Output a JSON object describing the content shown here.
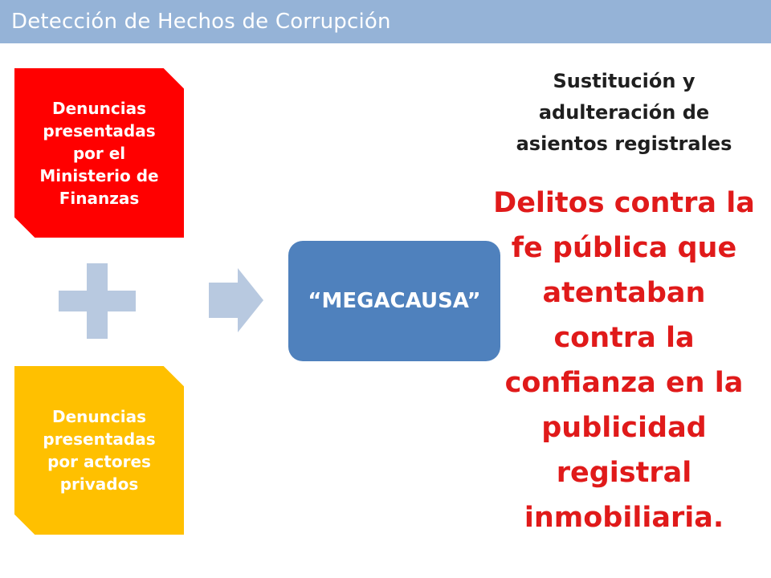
{
  "header": {
    "title": "Detección de Hechos de Corrupción"
  },
  "sources": {
    "ministry": "Denuncias presentadas por el Ministerio de Finanzas",
    "private": "Denuncias presentadas por actores privados"
  },
  "result": {
    "label": "“MEGACAUSA”"
  },
  "description": {
    "subtitle": "Sustitución y adulteración de asientos registrales",
    "main": "Delitos contra la fe pública que atentaban contra la confianza en la publicidad registral inmobiliaria."
  },
  "colors": {
    "title_bar": "#95b3d7",
    "ministry_box": "#ff0000",
    "private_box": "#ffc000",
    "megacausa_box": "#4f81bd",
    "connector": "#b8c9e0",
    "main_text": "#e01a1a"
  },
  "icons": {
    "combine": "plus-icon",
    "flow": "right-arrow-icon"
  }
}
